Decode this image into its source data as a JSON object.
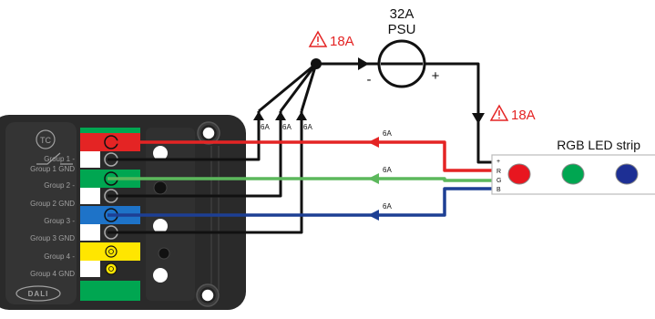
{
  "colors": {
    "red": "#e42424",
    "green": "#5cb85c",
    "blue": "#1d3f94",
    "yellow": "#ffe600",
    "wire_black": "#111111",
    "controller_body": "#2a2a2a",
    "terminal_green": "#00a651"
  },
  "psu": {
    "rating": "32A",
    "label": "PSU",
    "minus": "-",
    "plus": "+"
  },
  "warnings": {
    "feed": "18A",
    "strip": "18A",
    "icon": "warning-triangle-icon"
  },
  "fuses": [
    "6A",
    "6A",
    "6A"
  ],
  "channel_currents": [
    "6A",
    "6A",
    "6A"
  ],
  "controller": {
    "badge": "TC",
    "logo": "DALI",
    "groups": [
      "Group 1 -",
      "Group 1 GND",
      "Group 2 -",
      "Group 2 GND",
      "Group 3 -",
      "Group 3 GND",
      "Group 4 -",
      "Group 4 GND"
    ]
  },
  "strip": {
    "title": "RGB LED strip",
    "pins": [
      "+",
      "R",
      "G",
      "B"
    ]
  }
}
